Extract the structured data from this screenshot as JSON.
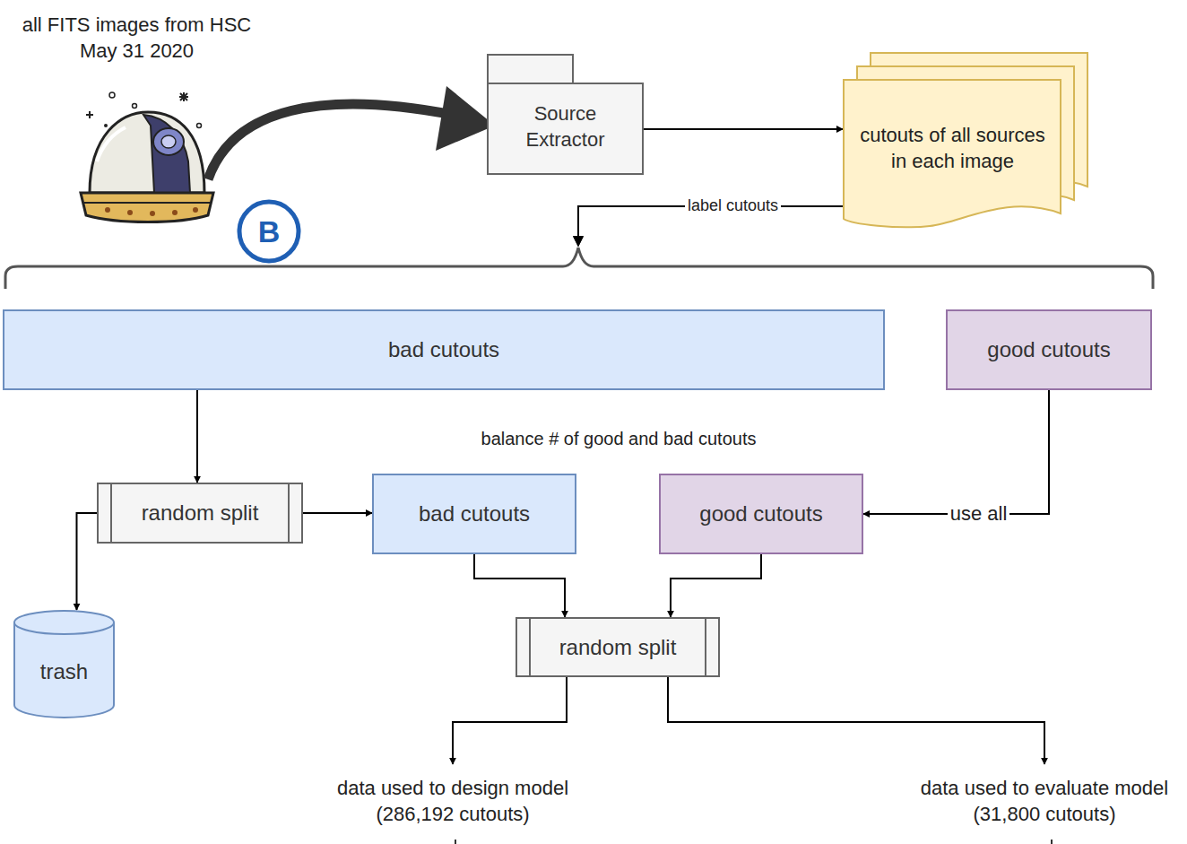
{
  "diagram": {
    "nodes": [
      {
        "text": [
          "Source Extractor"
        ]
      },
      {
        "text": [
          "cutouts of all sources in each image"
        ]
      },
      {
        "text": [
          "B"
        ]
      },
      {
        "text": [
          "bad cutouts"
        ]
      },
      {
        "text": [
          "good cutouts"
        ]
      },
      {
        "text": [
          "random split"
        ]
      },
      {
        "text": [
          "bad cutouts"
        ]
      },
      {
        "text": [
          "good cutouts"
        ]
      },
      {
        "text": [
          "trash"
        ]
      },
      {
        "text": [
          "random split"
        ]
      },
      {
        "text": [
          "data used to design model (286,192 cutouts)"
        ]
      },
      {
        "text": [
          "data used to evaluate model (31,800 cutouts)"
        ]
      }
    ],
    "edges": [
      {
        "from": 0,
        "to": 1,
        "arrow": "to"
      },
      {
        "from": 1,
        "to": 3,
        "label": "label cutouts",
        "arrow": "to"
      },
      {
        "from": 1,
        "to": 4,
        "arrow": "to"
      },
      {
        "from": 3,
        "to": 5,
        "arrow": "to"
      },
      {
        "from": 5,
        "to": 6,
        "arrow": "to"
      },
      {
        "from": 5,
        "to": 8,
        "arrow": "to"
      },
      {
        "from": 4,
        "to": 7,
        "label": "use all",
        "arrow": "to"
      },
      {
        "from": 6,
        "to": 9,
        "arrow": "to"
      },
      {
        "from": 7,
        "to": 9,
        "arrow": "to"
      },
      {
        "from": 9,
        "to": 10,
        "arrow": "to"
      },
      {
        "from": 9,
        "to": 11,
        "arrow": "to"
      }
    ],
    "labels": [
      "all FITS images from HSC May 31 2020",
      "balance # of good and bad cutouts"
    ]
  }
}
